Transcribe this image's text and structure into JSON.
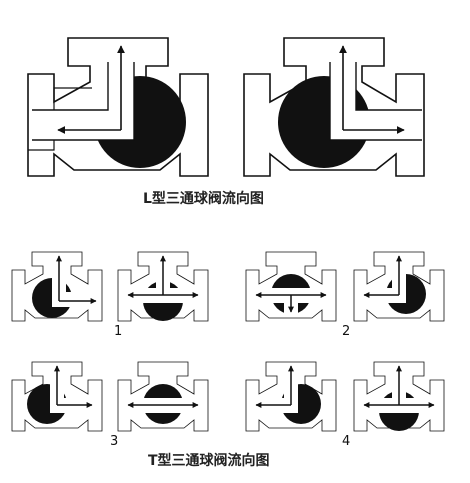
{
  "captions": {
    "l_type": "L型三通球阀流向图",
    "t_type": "T型三通球阀流向图"
  },
  "group_numbers": [
    "1",
    "2",
    "3",
    "4"
  ],
  "colors": {
    "outline": "#111111",
    "fill": "#111111",
    "background": "#ffffff"
  }
}
